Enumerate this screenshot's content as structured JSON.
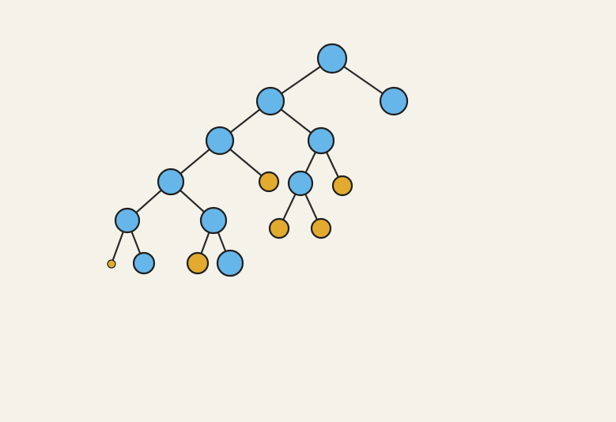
{
  "diagram": {
    "type": "binary-tree",
    "colors": {
      "background": "#f4f2e9",
      "internal_node": "#66b6ea",
      "leaf_node": "#e2ab2f",
      "stroke": "#1f1f1f",
      "edge": "#2a2a2a"
    },
    "nodes": [
      {
        "id": "n1",
        "kind": "internal"
      },
      {
        "id": "n2",
        "kind": "internal"
      },
      {
        "id": "n3",
        "kind": "internal"
      },
      {
        "id": "n4",
        "kind": "internal"
      },
      {
        "id": "n5",
        "kind": "internal"
      },
      {
        "id": "n6",
        "kind": "leaf"
      },
      {
        "id": "n7",
        "kind": "internal"
      },
      {
        "id": "n8",
        "kind": "internal"
      },
      {
        "id": "n9",
        "kind": "internal"
      },
      {
        "id": "n10",
        "kind": "leaf"
      },
      {
        "id": "n11",
        "kind": "internal"
      },
      {
        "id": "n12",
        "kind": "leaf"
      },
      {
        "id": "n13",
        "kind": "internal"
      },
      {
        "id": "n14",
        "kind": "leaf"
      },
      {
        "id": "n15",
        "kind": "internal"
      },
      {
        "id": "n16",
        "kind": "leaf"
      },
      {
        "id": "n17",
        "kind": "leaf"
      },
      {
        "id": "n18",
        "kind": "leaf"
      }
    ],
    "edges": [
      [
        "n1",
        "n2"
      ],
      [
        "n1",
        "n3"
      ],
      [
        "n2",
        "n4"
      ],
      [
        "n2",
        "n7"
      ],
      [
        "n4",
        "n5"
      ],
      [
        "n4",
        "n6"
      ],
      [
        "n5",
        "n8"
      ],
      [
        "n5",
        "n9"
      ],
      [
        "n8",
        "n10"
      ],
      [
        "n8",
        "n11"
      ],
      [
        "n9",
        "n12"
      ],
      [
        "n9",
        "n13"
      ],
      [
        "n7",
        "n15"
      ],
      [
        "n7",
        "n14"
      ],
      [
        "n15",
        "n16"
      ],
      [
        "n15",
        "n17"
      ],
      [
        "n14",
        "n18"
      ]
    ]
  }
}
